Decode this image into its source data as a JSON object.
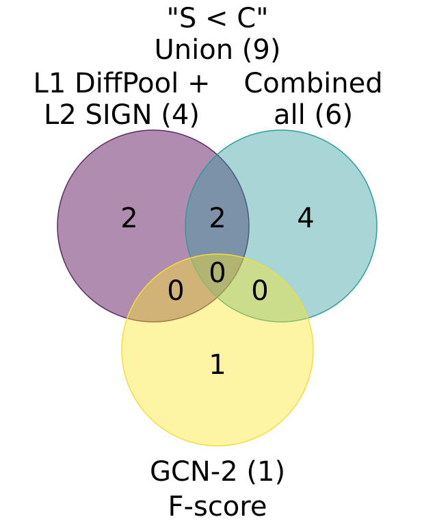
{
  "title": {
    "line1": "\"S < C\"",
    "line2": "Union (9)"
  },
  "sets": [
    {
      "id": "A",
      "label_line1": "L1 DiffPool +",
      "label_line2": "L2 SIGN (4)",
      "color": "#6a2c70"
    },
    {
      "id": "B",
      "label_line1": "Combined",
      "label_line2": "all (6)",
      "color": "#4aa7a8"
    },
    {
      "id": "C",
      "label_line1": "GCN-2 (1)",
      "label_line2": "F-score",
      "color": "#fde725"
    }
  ],
  "regions": {
    "A_only": "2",
    "AB": "2",
    "B_only": "4",
    "ABC": "0",
    "AC": "0",
    "BC": "0",
    "C_only": "1"
  }
}
